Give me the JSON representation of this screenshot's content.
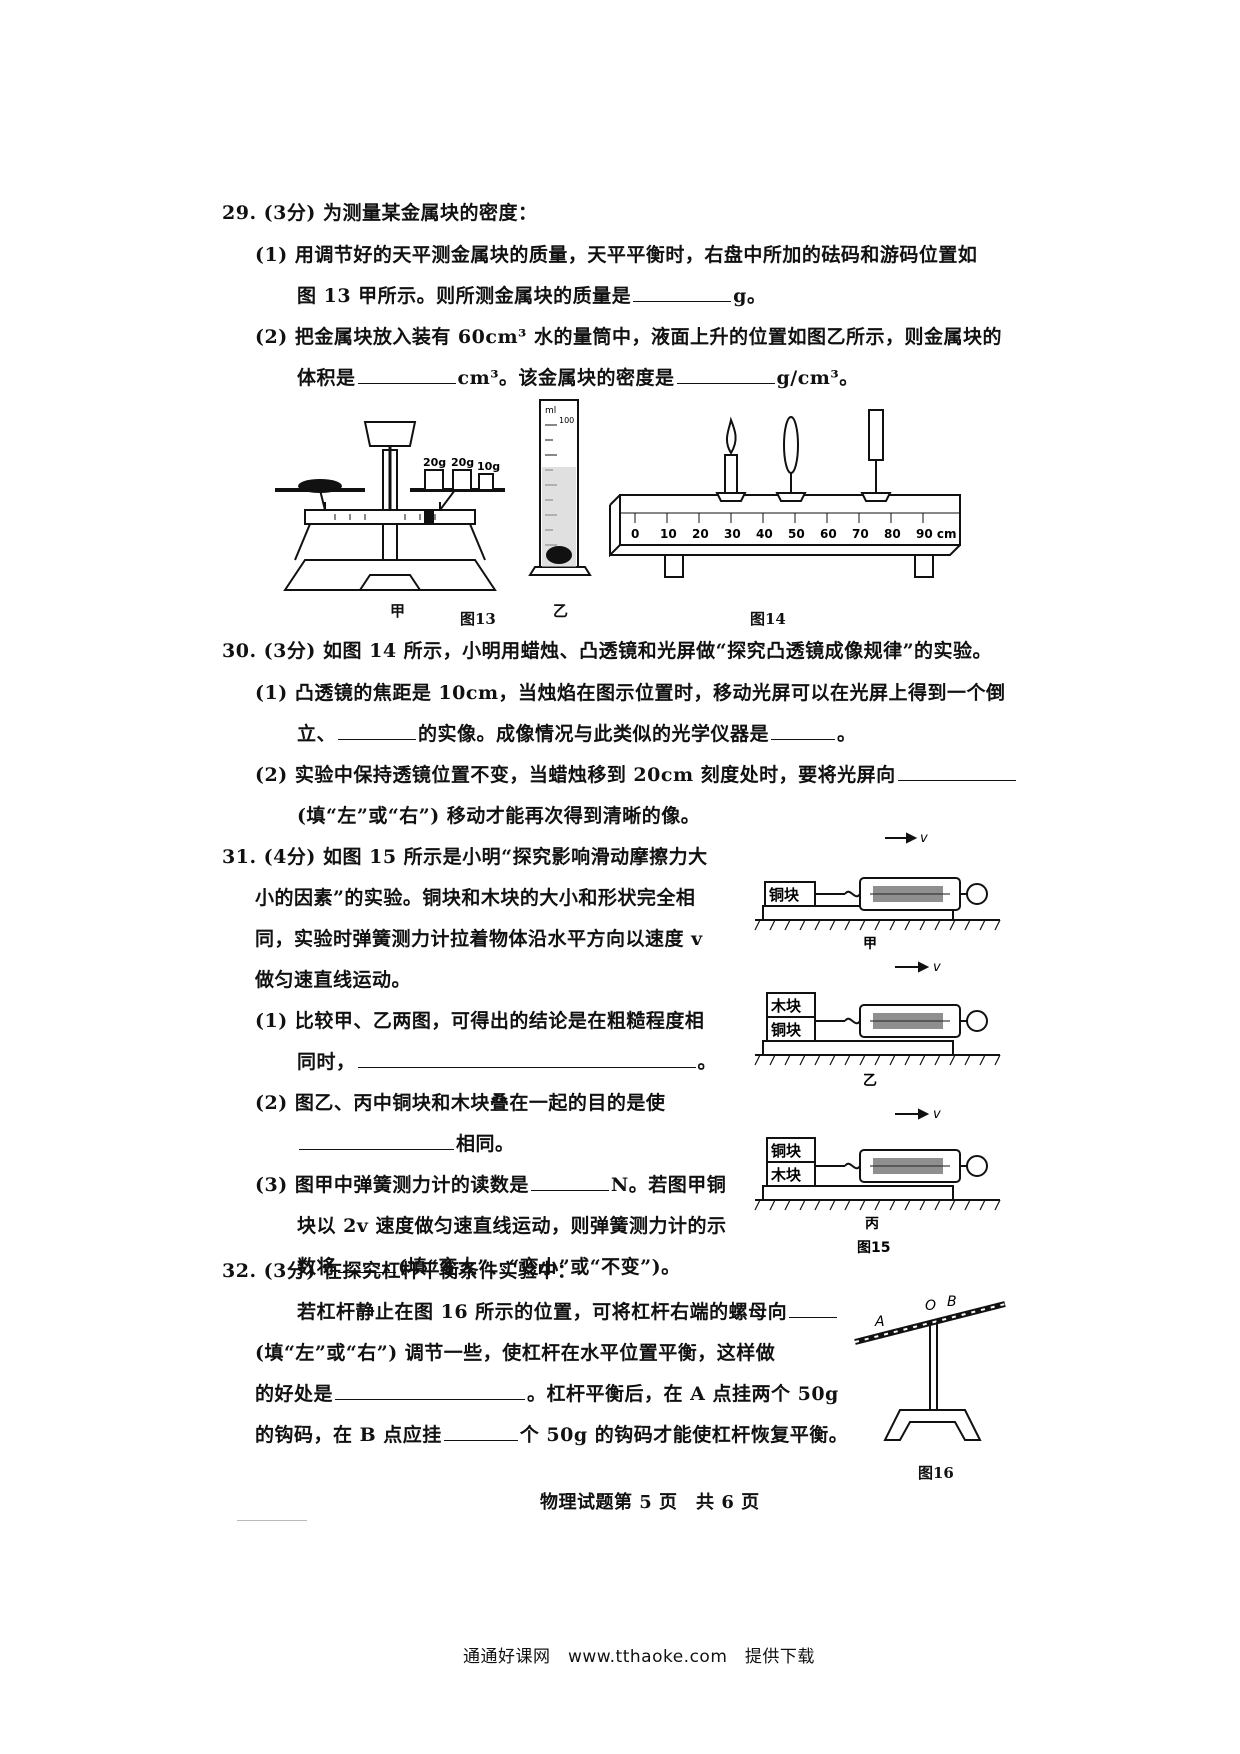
{
  "q29": {
    "head": "29. (3分) 为测量某金属块的密度：",
    "p1a": "(1) 用调节好的天平测金属块的质量，天平平衡时，右盘中所加的砝码和游码位置如",
    "p1b": "图 13 甲所示。则所测金属块的质量是",
    "p1c": "g。",
    "p2a": "(2) 把金属块放入装有 60cm³ 水的量筒中，液面上升的位置如图乙所示，则金属块的",
    "p2b": "体积是",
    "p2c": "cm³。该金属块的密度是",
    "p2d": "g/cm³。"
  },
  "fig13": {
    "weights": [
      "20g",
      "20g",
      "10g"
    ],
    "cyl_unit": "ml",
    "cyl_top": "100",
    "label_jia": "甲",
    "label_yi": "乙",
    "caption": "图13"
  },
  "fig14": {
    "ruler_labels": [
      "0",
      "10",
      "20",
      "30",
      "40",
      "50",
      "60",
      "70",
      "80",
      "90 cm"
    ],
    "caption": "图14"
  },
  "q30": {
    "head": "30. (3分) 如图 14 所示，小明用蜡烛、凸透镜和光屏做“探究凸透镜成像规律”的实验。",
    "p1a": "(1) 凸透镜的焦距是 10cm，当烛焰在图示位置时，移动光屏可以在光屏上得到一个倒",
    "p1b": "立、",
    "p1c": "的实像。成像情况与此类似的光学仪器是",
    "p1d": "。",
    "p2a": "(2) 实验中保持透镜位置不变，当蜡烛移到 20cm 刻度处时，要将光屏向",
    "p2b": "(填“左”或“右”) 移动才能再次得到清晰的像。"
  },
  "q31": {
    "l1": "31. (4分) 如图 15 所示是小明“探究影响滑动摩擦力大",
    "l2": "小的因素”的实验。铜块和木块的大小和形状完全相",
    "l3": "同，实验时弹簧测力计拉着物体沿水平方向以速度 v",
    "l4": "做匀速直线运动。",
    "p1a": "(1) 比较甲、乙两图，可得出的结论是在粗糙程度相",
    "p1b": "同时，",
    "p1c": "。",
    "p2a": "(2) 图乙、丙中铜块和木块叠在一起的目的是使",
    "p2b": "相同。",
    "p3a": "(3) 图甲中弹簧测力计的读数是",
    "p3b": "N。若图甲铜",
    "p3c": "块以 2v 速度做匀速直线运动，则弹簧测力计的示",
    "p3d": "数将",
    "p3e": "(填“变大”、“变小”或“不变”)。"
  },
  "fig15": {
    "v": "v",
    "copper": "铜块",
    "wood": "木块",
    "label_jia": "甲",
    "label_yi": "乙",
    "label_bing": "丙",
    "caption": "图15"
  },
  "q32": {
    "head": "32. (3分) 在探究杠杆平衡条件实验中：",
    "l1": "若杠杆静止在图 16 所示的位置，可将杠杆右端的螺母向",
    "l2": "(填“左”或“右”) 调节一些，使杠杆在水平位置平衡，这样做",
    "l3a": "的好处是",
    "l3b": "。杠杆平衡后，在 A 点挂两个 50g",
    "l4a": "的钩码，在 B 点应挂",
    "l4b": "个 50g 的钩码才能使杠杆恢复平衡。"
  },
  "fig16": {
    "A": "A",
    "O": "O",
    "B": "B",
    "caption": "图16"
  },
  "footer": {
    "page": "物理试题第 5 页　共 6 页",
    "source": "通通好课网　www.tthaoke.com　提供下载"
  }
}
